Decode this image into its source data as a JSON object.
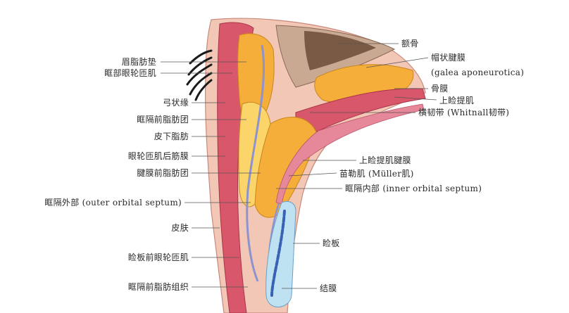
{
  "labels_left": [
    "眉脂肪垫",
    "眶部眼轮匝肌",
    "弓状缘",
    "眶隔前脂肪团",
    "皮下脂肪",
    "眼轮匝肌后筋膜",
    "腱膜前脂肪团",
    "眶隔外部 (outer orbital septum)",
    "皮肤",
    "睑板前眼轮匝肌",
    "眶隔前脂肪组织"
  ],
  "labels_right": [
    "额骨",
    "帽状腱膜",
    "(galea aponeurotica)",
    "骨膜",
    "上睑提肌",
    "横韧带 (Whitnall韧带)",
    "上睑提肌腱膜",
    "苗勒肌 (Müller肌)",
    "眶隔内部 (inner orbital septum)",
    "睑板",
    "结膜"
  ],
  "colors": {
    "skin": "#f3c7b6",
    "muscle": "#d9576b",
    "fat": "#f6ae3a",
    "fat_light": "#fbd56a",
    "bone": "#c9a992",
    "bone_dark": "#7a5a44",
    "septum": "#8d93cf",
    "tarsus": "#bfe2f3",
    "tarsus_vessel": "#3a62b4",
    "leader": "#555555"
  }
}
